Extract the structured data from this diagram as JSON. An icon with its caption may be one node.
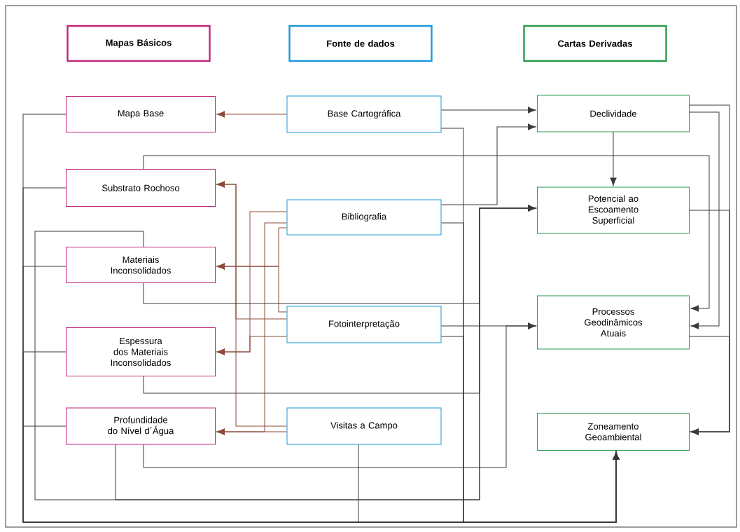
{
  "diagram": {
    "nodes": [
      {
        "text": [
          "Mapas Básicos"
        ]
      },
      {
        "text": [
          "Fonte de dados"
        ]
      },
      {
        "text": [
          "Cartas Derivadas"
        ]
      },
      {
        "text": [
          "Mapa Base"
        ]
      },
      {
        "text": [
          "Substrato Rochoso"
        ]
      },
      {
        "text": [
          "Materiais Inconsolidados"
        ]
      },
      {
        "text": [
          "Espessura dos Materiais Inconsolidados"
        ]
      },
      {
        "text": [
          "Profundidade do Nível d´Água"
        ]
      },
      {
        "text": [
          "Base Cartográfica"
        ]
      },
      {
        "text": [
          "Bibliografia"
        ]
      },
      {
        "text": [
          "Fotointerpretação"
        ]
      },
      {
        "text": [
          "Visitas a Campo"
        ]
      },
      {
        "text": [
          "Declividade"
        ]
      },
      {
        "text": [
          "Potencial ao Escoamento Superficial"
        ]
      },
      {
        "text": [
          "Processos Geodinâmicos Atuais"
        ]
      },
      {
        "text": [
          "Zoneamento Geoambiental"
        ]
      }
    ],
    "edges": [
      {
        "from": 8,
        "to": 3,
        "arrow": "to",
        "color": "#8b4a3a"
      },
      {
        "from": 11,
        "to": 4,
        "arrow": "to",
        "color": "#8b4a3a"
      },
      {
        "from": 10,
        "to": 4,
        "arrow": "to",
        "color": "#8b4a3a"
      },
      {
        "from": 9,
        "to": 5,
        "arrow": "to",
        "color": "#8b4a3a"
      },
      {
        "from": 10,
        "to": 5,
        "arrow": "to",
        "color": "#8b4a3a"
      },
      {
        "from": 9,
        "to": 6,
        "arrow": "to",
        "color": "#8b4a3a"
      },
      {
        "from": 10,
        "to": 6,
        "arrow": "to",
        "color": "#8b4a3a"
      },
      {
        "from": 9,
        "to": 7,
        "arrow": "to",
        "color": "#8b4a3a"
      },
      {
        "from": 11,
        "to": 7,
        "arrow": "to",
        "color": "#8b4a3a"
      },
      {
        "from": 8,
        "to": 12,
        "arrow": "to"
      },
      {
        "from": 9,
        "to": 12,
        "arrow": "to"
      },
      {
        "from": 12,
        "to": 13,
        "arrow": "to"
      },
      {
        "from": 12,
        "to": 14,
        "arrow": "to"
      },
      {
        "from": 12,
        "to": 15,
        "arrow": "to"
      },
      {
        "from": 13,
        "to": 15,
        "arrow": "to"
      },
      {
        "from": 14,
        "to": 15,
        "arrow": "to"
      },
      {
        "from": 4,
        "to": 14,
        "arrow": "to"
      },
      {
        "from": 10,
        "to": 14,
        "arrow": "to"
      },
      {
        "from": 7,
        "to": 14,
        "arrow": "to"
      },
      {
        "from": 5,
        "to": 13,
        "arrow": "to"
      },
      {
        "from": 6,
        "to": 13,
        "arrow": "to"
      },
      {
        "from": 7,
        "to": 13,
        "arrow": "to"
      },
      {
        "from": 5,
        "to": 13,
        "arrow": "to"
      },
      {
        "from": 3,
        "to": 15,
        "arrow": "to"
      },
      {
        "from": 4,
        "to": 15,
        "arrow": "to"
      },
      {
        "from": 5,
        "to": 15,
        "arrow": "to"
      },
      {
        "from": 6,
        "to": 15,
        "arrow": "to"
      },
      {
        "from": 7,
        "to": 15,
        "arrow": "to"
      },
      {
        "from": 8,
        "to": 15,
        "arrow": "to"
      },
      {
        "from": 9,
        "to": 15,
        "arrow": "to"
      },
      {
        "from": 10,
        "to": 15,
        "arrow": "to"
      },
      {
        "from": 11,
        "to": 15,
        "arrow": "to"
      }
    ]
  }
}
